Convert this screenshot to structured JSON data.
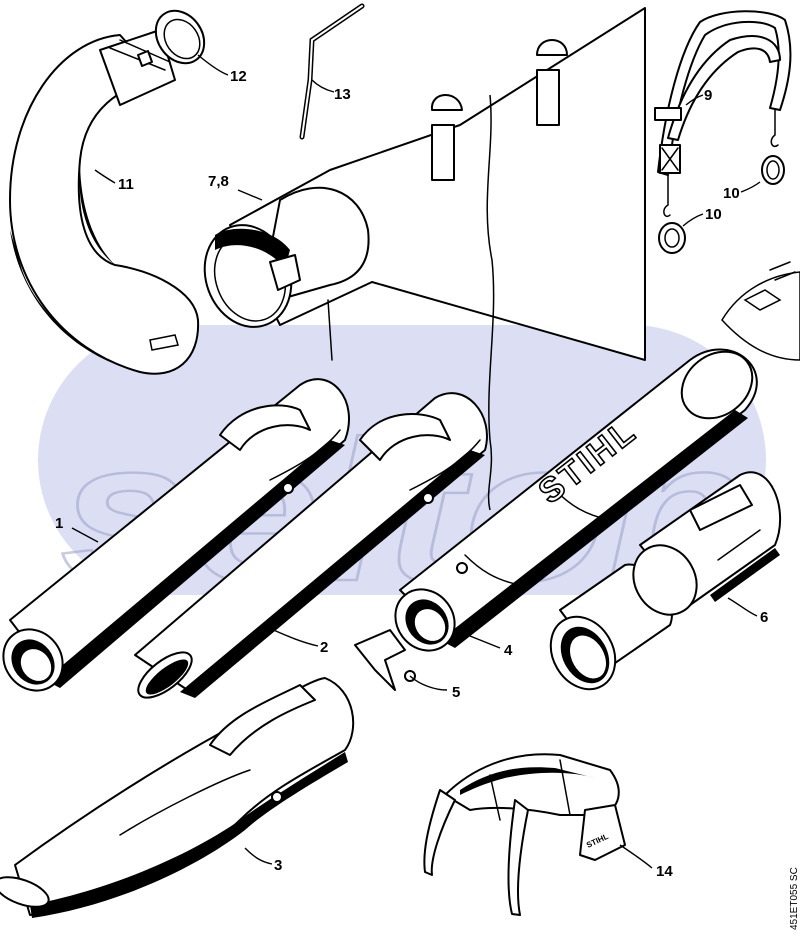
{
  "callouts": [
    {
      "id": "c1",
      "label": "1"
    },
    {
      "id": "c2",
      "label": "2"
    },
    {
      "id": "c3",
      "label": "3"
    },
    {
      "id": "c4",
      "label": "4"
    },
    {
      "id": "c5",
      "label": "5"
    },
    {
      "id": "c6",
      "label": "6"
    },
    {
      "id": "c78",
      "label": "7,8"
    },
    {
      "id": "c9",
      "label": "9"
    },
    {
      "id": "c10a",
      "label": "10"
    },
    {
      "id": "c10b",
      "label": "10"
    },
    {
      "id": "c11",
      "label": "11"
    },
    {
      "id": "c12",
      "label": "12"
    },
    {
      "id": "c13",
      "label": "13"
    },
    {
      "id": "c14",
      "label": "14"
    }
  ],
  "brand_tube": "STIHL",
  "brand_glasses": "STIHL",
  "watermark": "seltop",
  "drawing_code": "451ET055 SC",
  "colors": {
    "watermark_band": "#dcdff4",
    "watermark_outline": "#9aa0c8",
    "line": "#000000",
    "paper": "#ffffff"
  }
}
